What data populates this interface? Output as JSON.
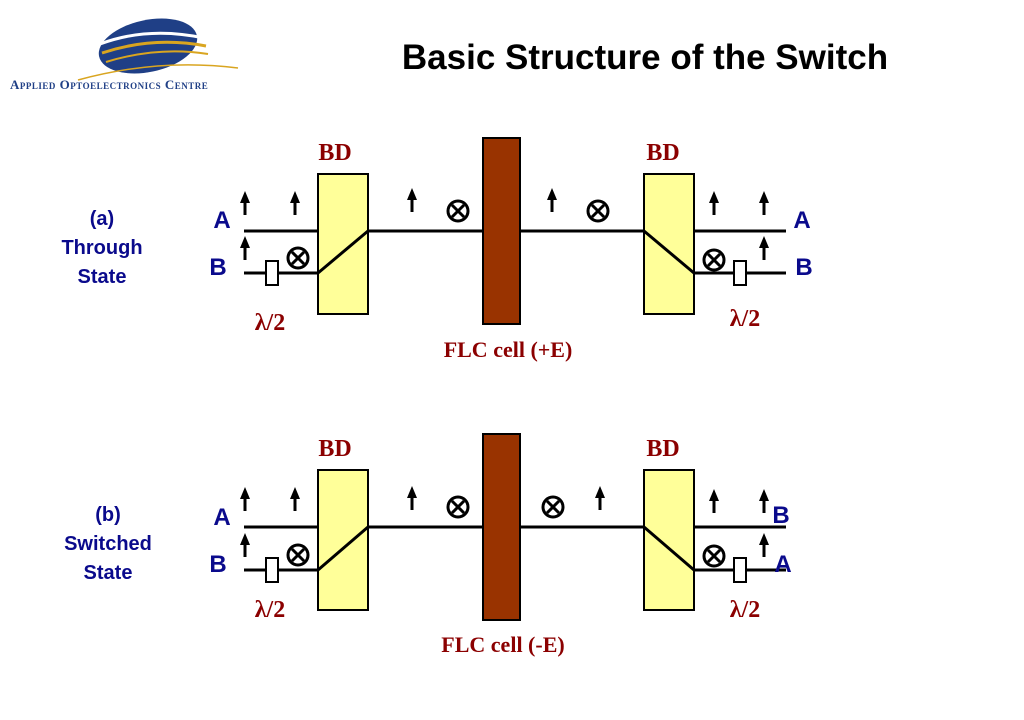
{
  "header": {
    "title": "Basic Structure of the Switch",
    "logo_text": "Applied Optoelectronics Centre"
  },
  "colors": {
    "bd_fill": "#ffff99",
    "flc_fill": "#993300",
    "label_red": "#8b0000",
    "label_blue": "#0a0a8c",
    "logo_blue": "#1f3f86",
    "logo_gold": "#d9a520"
  },
  "panels": [
    {
      "state_line1": "(a)",
      "state_line2": "Through",
      "state_line3": "State",
      "bd_left": "BD",
      "bd_right": "BD",
      "left_port_top": "A",
      "left_port_bottom": "B",
      "right_port_top": "A",
      "right_port_bottom": "B",
      "waveplate_left": "λ/2",
      "waveplate_right": "λ/2",
      "flc_label": "FLC cell (+E)"
    },
    {
      "state_line1": "(b)",
      "state_line2": "Switched",
      "state_line3": "State",
      "bd_left": "BD",
      "bd_right": "BD",
      "left_port_top": "A",
      "left_port_bottom": "B",
      "right_port_top": "B",
      "right_port_bottom": "A",
      "waveplate_left": "λ/2",
      "waveplate_right": "λ/2",
      "flc_label": "FLC cell (-E)"
    }
  ]
}
